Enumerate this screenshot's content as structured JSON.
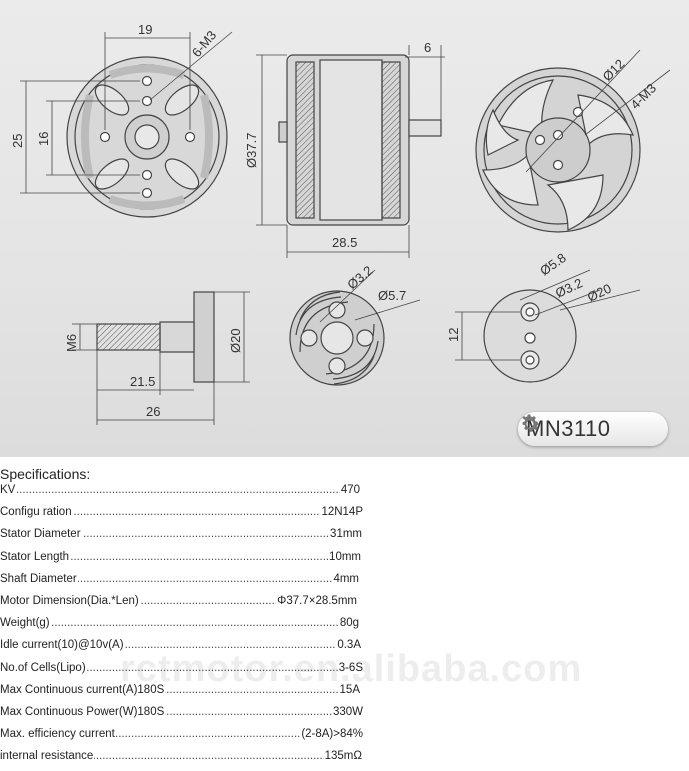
{
  "drawing": {
    "dims": {
      "d19": "19",
      "d6m3": "6-M3",
      "d25": "25",
      "d16": "16",
      "d6": "6",
      "d377": "Ø37.7",
      "d285": "28.5",
      "d12": "Ø12",
      "d4m3": "4-M3",
      "dm6": "M6",
      "d20": "Ø20",
      "d215": "21.5",
      "d26": "26",
      "d32a": "Ø3.2",
      "d57": "Ø5.7",
      "d58": "Ø5.8",
      "d32b": "Ø3.2",
      "d20b": "Ø20",
      "d12b": "12"
    },
    "model": "MN3110",
    "gear_icon": "gear-icon"
  },
  "specs": {
    "title": "Specifications:",
    "rows": [
      {
        "label": "KV",
        "value": "470"
      },
      {
        "label": "Configu  ration",
        "value": "12N14P"
      },
      {
        "label": "Stator Diameter",
        "value": "31mm"
      },
      {
        "label": "Stator Length",
        "value": "10mm"
      },
      {
        "label": "Shaft Diameter",
        "value": "4mm"
      },
      {
        "label": "Motor Dimension(Dia.*Len)",
        "value": "Φ37.7×28.5mm"
      },
      {
        "label": "Weight(g)",
        "value": "80g"
      },
      {
        "label": "Idle current(10)@10v(A)",
        "value": "0.3A"
      },
      {
        "label": "No.of Cells(Lipo)",
        "value": "3-6S"
      },
      {
        "label": "Max Continuous current(A)180S",
        "value": "15A"
      },
      {
        "label": "Max Continuous Power(W)180S",
        "value": "330W"
      },
      {
        "label": "Max. efficiency current",
        "value": "(2-8A)>84%"
      },
      {
        "label": "internal resistance",
        "value": "135mΩ"
      }
    ],
    "watermark": "rctmotor.en.alibaba.com"
  }
}
